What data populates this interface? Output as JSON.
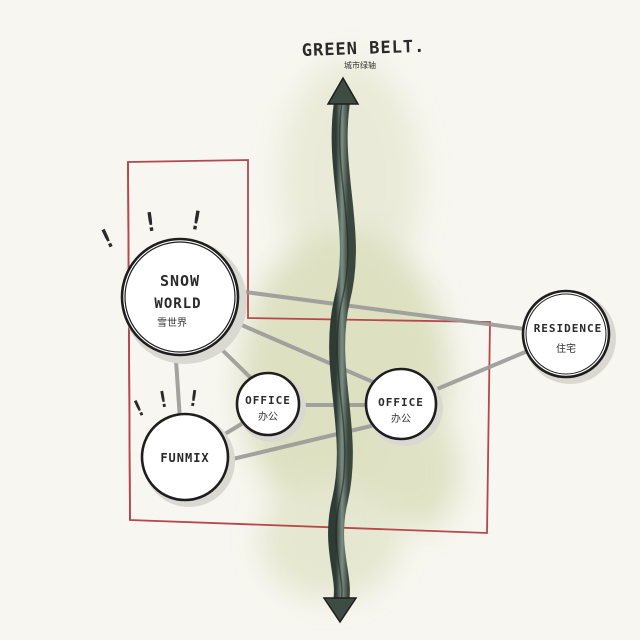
{
  "title": {
    "english": "GREEN BELT.",
    "chinese": "城市绿轴"
  },
  "nodes": {
    "snow_world": {
      "line1": "SNOW",
      "line2": "WORLD",
      "chinese": "雪世界"
    },
    "office_left": {
      "english": "OFFICE",
      "chinese": "办公"
    },
    "office_right": {
      "english": "OFFICE",
      "chinese": "办公"
    },
    "residence": {
      "english": "RESIDENCE",
      "chinese": "住宅"
    },
    "funmix": {
      "english": "FUNMIX"
    }
  },
  "exclamations": "!",
  "colors": {
    "zone_outline": "#b6474c",
    "green_wash": "#c9cf9c",
    "arrow": "#4a5a52",
    "ink": "#1e1e1e"
  }
}
